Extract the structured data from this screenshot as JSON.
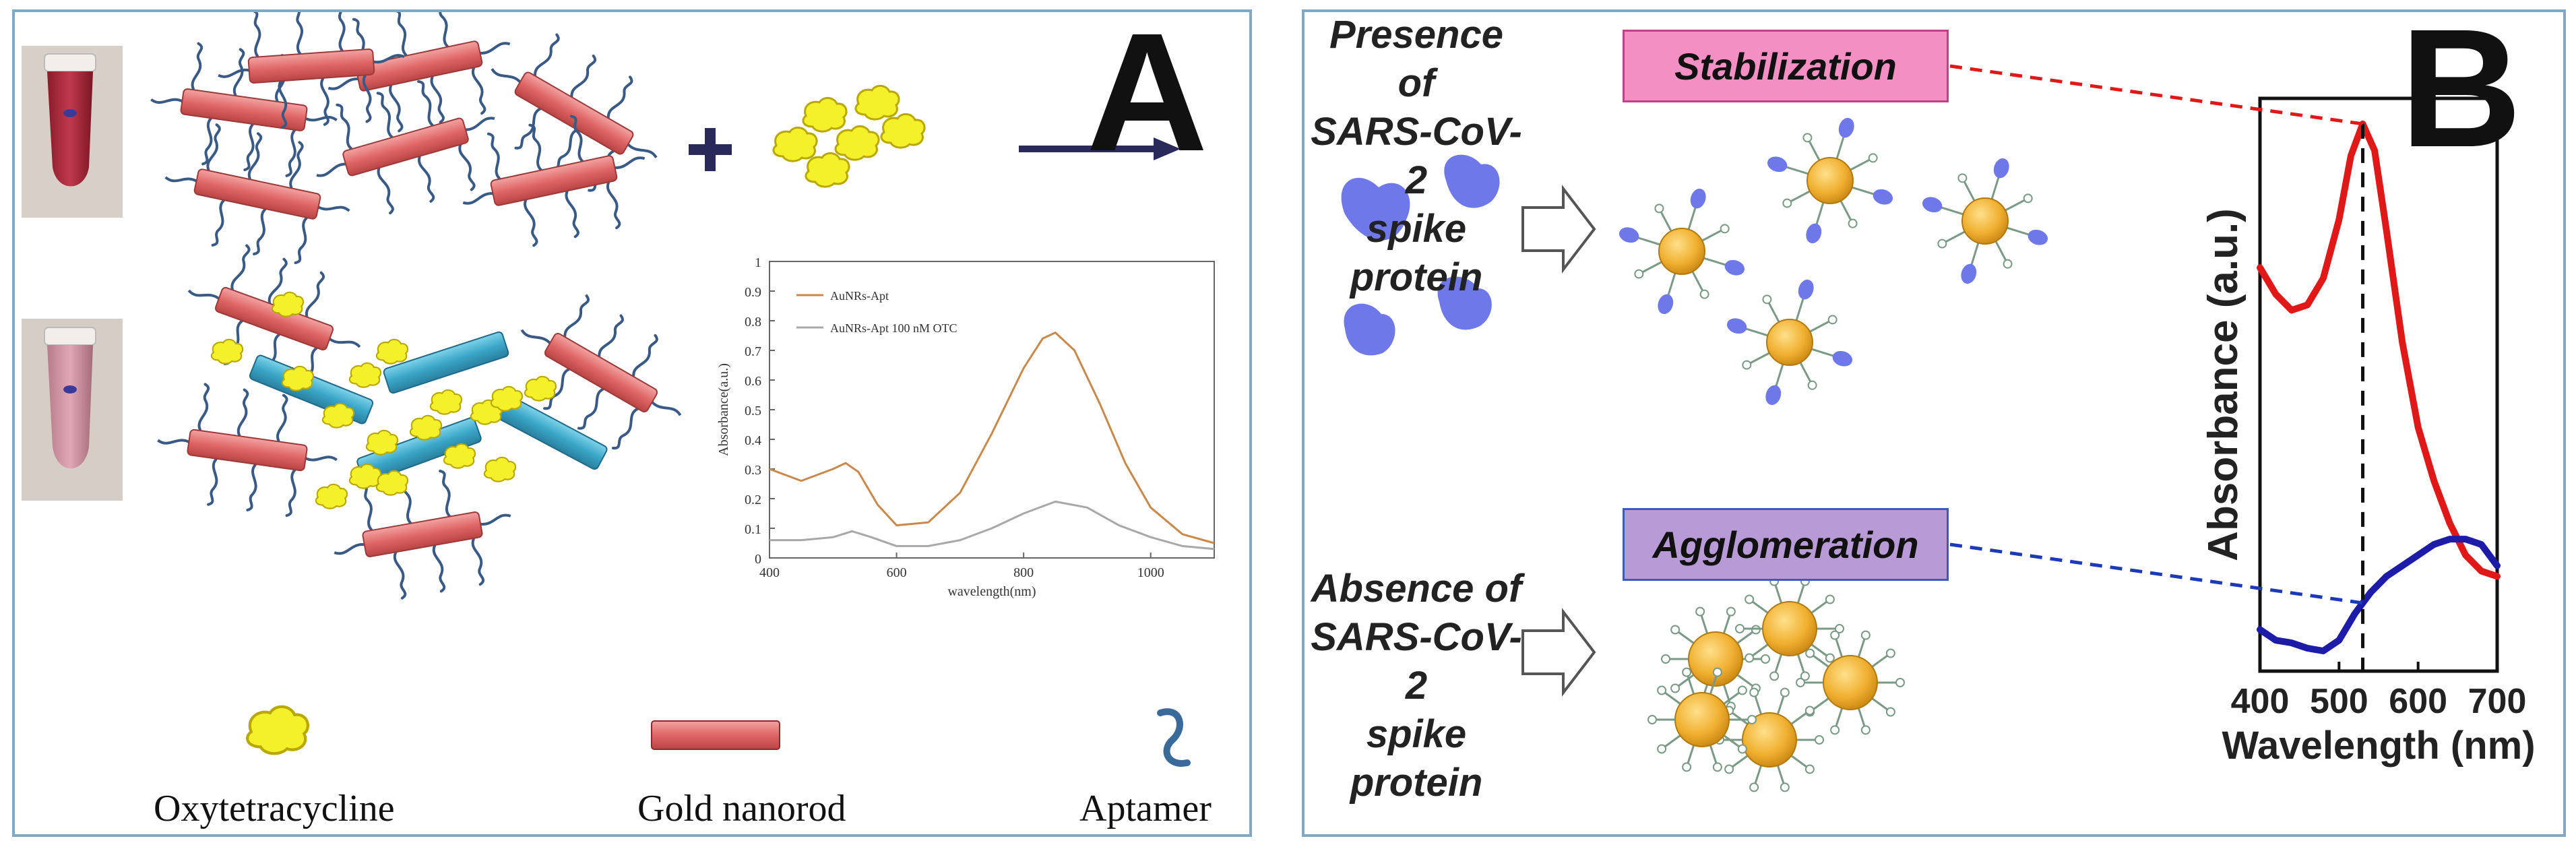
{
  "panelA": {
    "letter": "A",
    "legend": {
      "oxytetracycline": "Oxytetracycline",
      "gold_nanorod": "Gold nanorod",
      "aptamer": "Aptamer"
    },
    "inset_chart": {
      "type": "line",
      "xlabel": "wavelength(nm)",
      "ylabel": "Absorbance(a.u.)",
      "xlim": [
        400,
        1100
      ],
      "ylim": [
        0,
        1.0
      ],
      "xticks": [
        "400",
        "600",
        "800",
        "1000"
      ],
      "yticks": [
        "0",
        "0.1",
        "0.2",
        "0.3",
        "0.4",
        "0.5",
        "0.6",
        "0.7",
        "0.8",
        "0.9",
        "1"
      ],
      "legend_position": "top-left",
      "series": [
        {
          "name": "AuNRs-Apt",
          "color": "#c8894a",
          "x": [
            400,
            450,
            500,
            520,
            540,
            570,
            600,
            650,
            700,
            750,
            800,
            830,
            850,
            880,
            920,
            960,
            1000,
            1050,
            1100
          ],
          "y": [
            0.3,
            0.26,
            0.3,
            0.32,
            0.29,
            0.18,
            0.11,
            0.12,
            0.22,
            0.42,
            0.64,
            0.74,
            0.76,
            0.7,
            0.52,
            0.32,
            0.17,
            0.08,
            0.05
          ]
        },
        {
          "name": "AuNRs-Apt 100 nM OTC",
          "color": "#a8a8a8",
          "x": [
            400,
            450,
            500,
            530,
            560,
            600,
            650,
            700,
            750,
            800,
            850,
            900,
            950,
            1000,
            1050,
            1100
          ],
          "y": [
            0.06,
            0.06,
            0.07,
            0.09,
            0.07,
            0.04,
            0.04,
            0.06,
            0.1,
            0.15,
            0.19,
            0.17,
            0.11,
            0.07,
            0.04,
            0.03
          ]
        }
      ]
    }
  },
  "panelB": {
    "letter": "B",
    "presence_text": [
      "Presence of",
      "SARS-CoV-2",
      "spike protein"
    ],
    "absence_text": [
      "Absence of",
      "SARS-CoV-2",
      "spike protein"
    ],
    "stabilization_label": "Stabilization",
    "agglomeration_label": "Agglomeration",
    "stabilization_color": "#f48fc4",
    "agglomeration_color": "#b89ad6",
    "chart": {
      "type": "line",
      "xlabel": "Wavelength (nm)",
      "ylabel": "Absorbance (a.u.)",
      "xlim": [
        400,
        700
      ],
      "xticks": [
        "400",
        "500",
        "600",
        "700"
      ],
      "peak_wavelength": 530,
      "series": [
        {
          "color": "#e01818",
          "x": [
            400,
            420,
            440,
            460,
            480,
            500,
            515,
            530,
            545,
            560,
            580,
            600,
            620,
            640,
            660,
            680,
            700
          ],
          "y": [
            0.72,
            0.67,
            0.64,
            0.65,
            0.7,
            0.81,
            0.93,
            0.99,
            0.94,
            0.79,
            0.58,
            0.42,
            0.32,
            0.24,
            0.18,
            0.15,
            0.14
          ]
        },
        {
          "color": "#1c1ca8",
          "x": [
            400,
            420,
            440,
            460,
            480,
            500,
            520,
            540,
            560,
            580,
            600,
            620,
            640,
            660,
            680,
            700
          ],
          "y": [
            0.04,
            0.02,
            0.015,
            0.005,
            0.0,
            0.02,
            0.07,
            0.11,
            0.14,
            0.16,
            0.18,
            0.2,
            0.21,
            0.21,
            0.2,
            0.16
          ]
        }
      ]
    }
  }
}
